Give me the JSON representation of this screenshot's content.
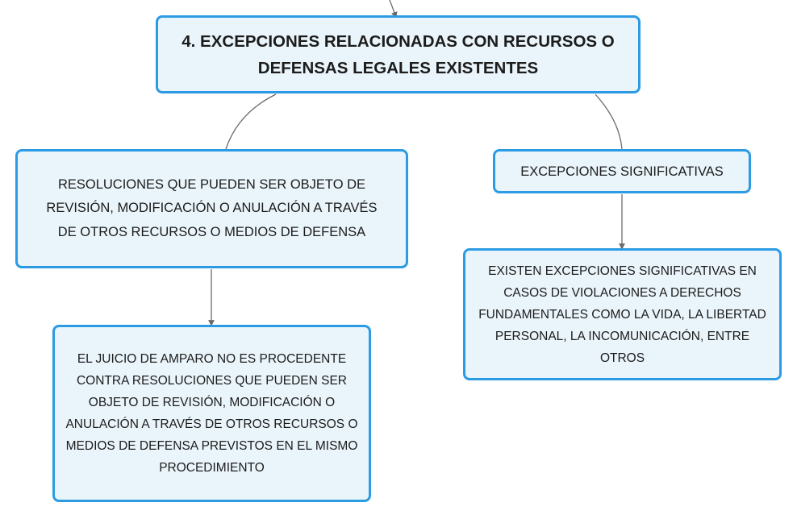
{
  "colors": {
    "node_border": "#2c9be4",
    "node_fill": "#eaf5fb",
    "text": "#1c1c1c",
    "connector": "#6b6b6b"
  },
  "nodes": {
    "root": {
      "text": "4. EXCEPCIONES RELACIONADAS CON RECURSOS O DEFENSAS LEGALES EXISTENTES"
    },
    "resoluciones": {
      "text": "RESOLUCIONES QUE PUEDEN SER OBJETO DE REVISIÓN, MODIFICACIÓN O ANULACIÓN A TRAVÉS DE OTROS RECURSOS O MEDIOS DE DEFENSA"
    },
    "significativas": {
      "text": "EXCEPCIONES SIGNIFICATIVAS"
    },
    "amparo": {
      "text": "EL JUICIO DE AMPARO NO ES PROCEDENTE CONTRA RESOLUCIONES QUE PUEDEN SER OBJETO DE REVISIÓN, MODIFICACIÓN O ANULACIÓN A TRAVÉS DE OTROS RECURSOS O MEDIOS DE DEFENSA PREVISTOS EN EL MISMO PROCEDIMIENTO"
    },
    "existen": {
      "text": "EXISTEN EXCEPCIONES SIGNIFICATIVAS EN CASOS DE VIOLACIONES A DERECHOS FUNDAMENTALES COMO LA VIDA, LA LIBERTAD PERSONAL, LA INCOMUNICACIÓN, ENTRE OTROS"
    }
  }
}
